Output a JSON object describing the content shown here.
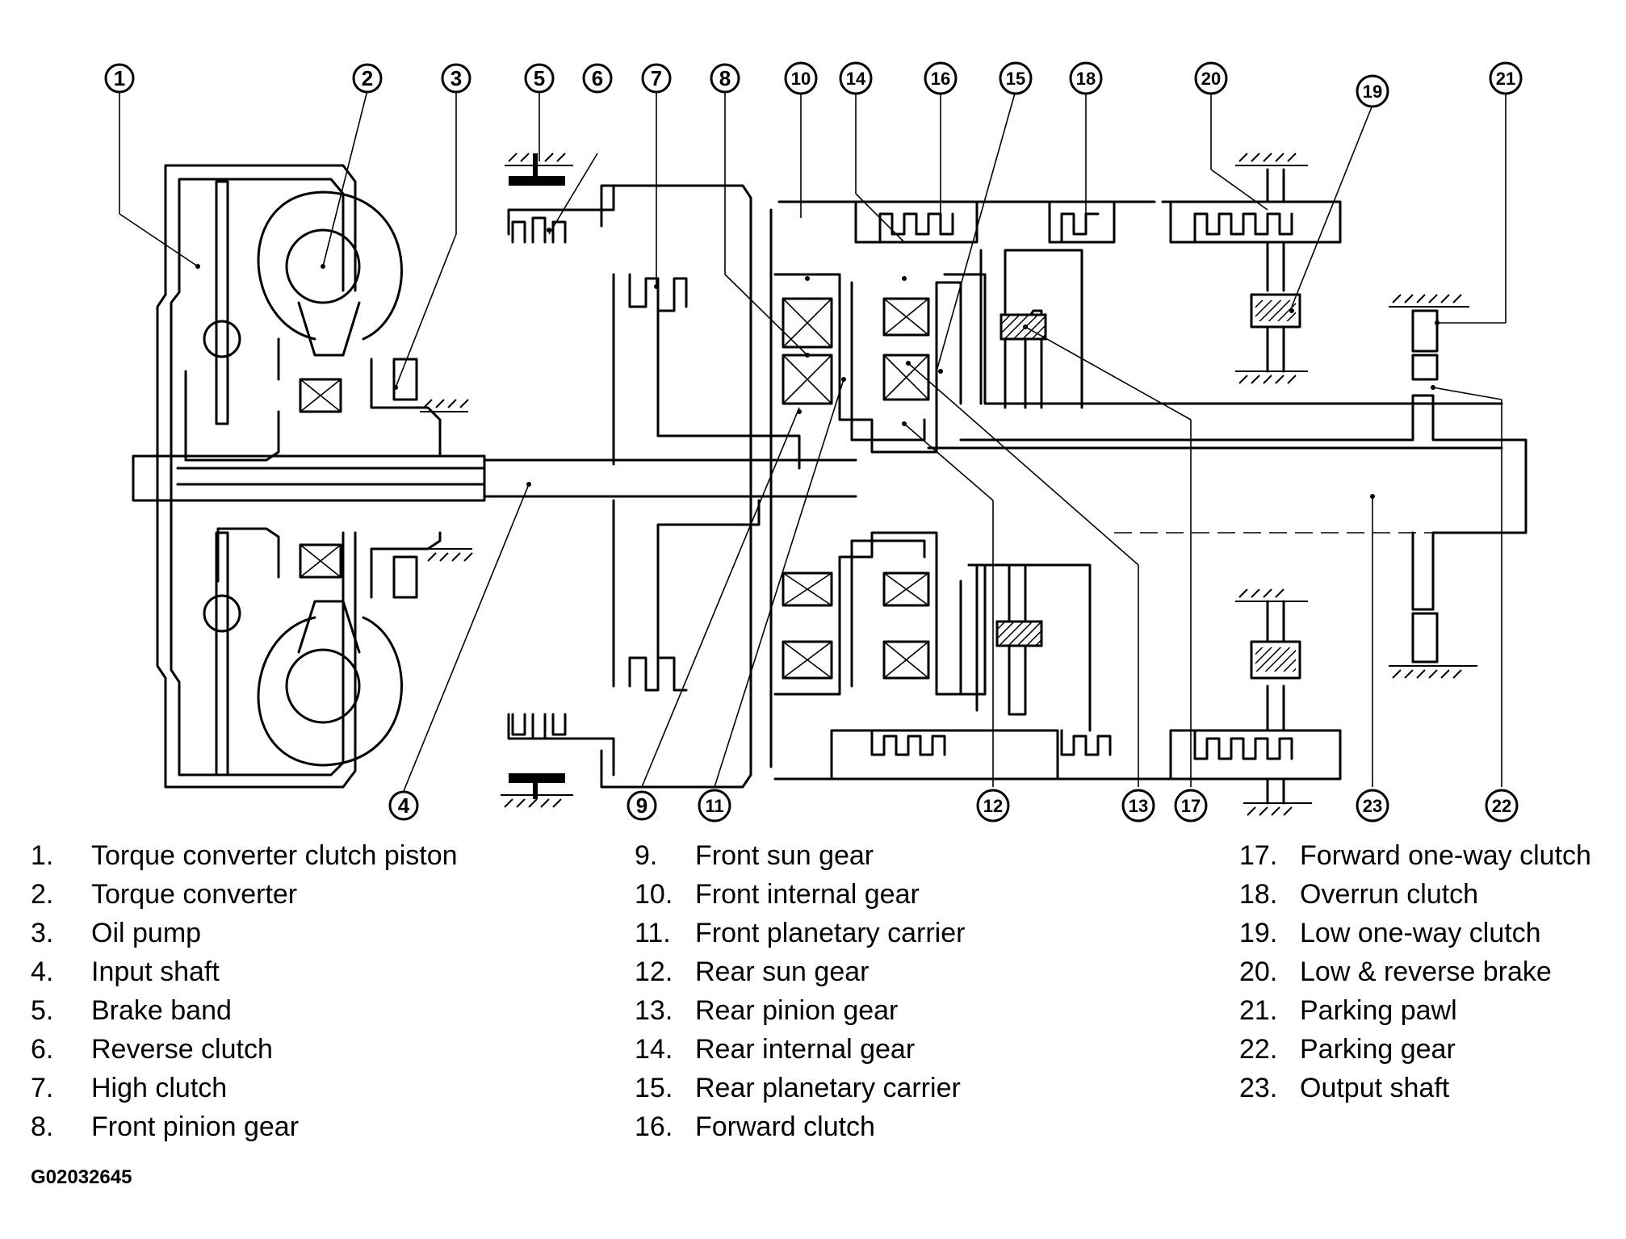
{
  "diagram": {
    "callouts": [
      {
        "n": "1",
        "label": "①"
      },
      {
        "n": "2",
        "label": "②"
      },
      {
        "n": "3",
        "label": "③"
      },
      {
        "n": "4",
        "label": "④"
      },
      {
        "n": "5",
        "label": "⑤"
      },
      {
        "n": "6",
        "label": "⑥"
      },
      {
        "n": "7",
        "label": "⑦"
      },
      {
        "n": "8",
        "label": "⑧"
      },
      {
        "n": "9",
        "label": "⑨"
      },
      {
        "n": "10",
        "label": "⑩"
      },
      {
        "n": "11",
        "label": "⑪"
      },
      {
        "n": "12",
        "label": "⑫"
      },
      {
        "n": "13",
        "label": "⑬"
      },
      {
        "n": "14",
        "label": "⑭"
      },
      {
        "n": "15",
        "label": "⑮"
      },
      {
        "n": "16",
        "label": "⑯"
      },
      {
        "n": "17",
        "label": "⑰"
      },
      {
        "n": "18",
        "label": "⑱"
      },
      {
        "n": "19",
        "label": "⑲"
      },
      {
        "n": "20",
        "label": "⑳"
      },
      {
        "n": "21",
        "label": "㉑"
      },
      {
        "n": "22",
        "label": "㉒"
      },
      {
        "n": "23",
        "label": "㉓"
      }
    ]
  },
  "legend": {
    "col1": [
      {
        "num": "1.",
        "text": "Torque converter clutch piston"
      },
      {
        "num": "2.",
        "text": "Torque converter"
      },
      {
        "num": "3.",
        "text": "Oil pump"
      },
      {
        "num": "4.",
        "text": "Input shaft"
      },
      {
        "num": "5.",
        "text": "Brake band"
      },
      {
        "num": "6.",
        "text": "Reverse clutch"
      },
      {
        "num": "7.",
        "text": "High clutch"
      },
      {
        "num": "8.",
        "text": "Front pinion gear"
      }
    ],
    "col2": [
      {
        "num": "9.",
        "text": "Front sun gear"
      },
      {
        "num": "10.",
        "text": "Front internal gear"
      },
      {
        "num": "11.",
        "text": "Front planetary carrier"
      },
      {
        "num": "12.",
        "text": "Rear sun gear"
      },
      {
        "num": "13.",
        "text": "Rear pinion gear"
      },
      {
        "num": "14.",
        "text": "Rear internal gear"
      },
      {
        "num": "15.",
        "text": "Rear planetary carrier"
      },
      {
        "num": "16.",
        "text": "Forward clutch"
      }
    ],
    "col3": [
      {
        "num": "17.",
        "text": "Forward one-way clutch"
      },
      {
        "num": "18.",
        "text": "Overrun clutch"
      },
      {
        "num": "19.",
        "text": "Low one-way clutch"
      },
      {
        "num": "20.",
        "text": "Low & reverse brake"
      },
      {
        "num": "21.",
        "text": "Parking pawl"
      },
      {
        "num": "22.",
        "text": "Parking gear"
      },
      {
        "num": "23.",
        "text": "Output shaft"
      }
    ]
  },
  "figure_id": "G02032645"
}
